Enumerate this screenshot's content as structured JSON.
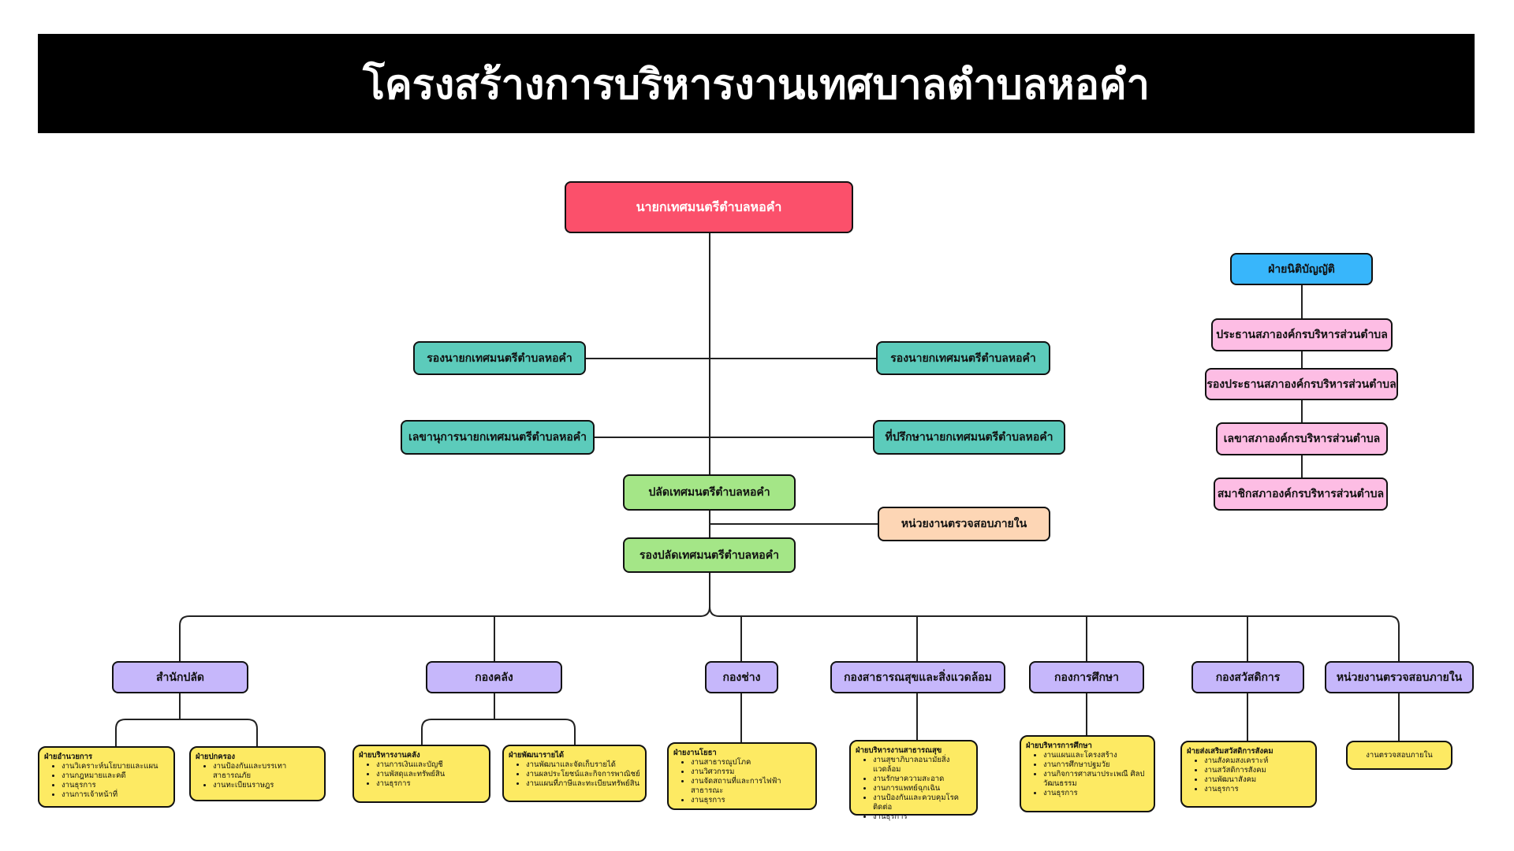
{
  "title": "โครงสร้างการบริหารงานเทศบาลตำบลหอคำ",
  "mayor": "นายกเทศมนตรีตำบลหอคำ",
  "deputy_left": "รองนายกเทศมนตรีตำบลหอคำ",
  "deputy_right": "รองนายกเทศมนตรีตำบลหอคำ",
  "secretary": "เลขานุการนายกเทศมนตรีตำบลหอคำ",
  "advisor": "ที่ปรึกษานายกเทศมนตรีตำบลหอคำ",
  "palad": "ปลัดเทศมนตรีตำบลหอคำ",
  "internal_audit": "หน่วยงานตรวจสอบภายใน",
  "deputy_palad": "รองปลัดเทศมนตรีตำบลหอคำ",
  "legislature": {
    "title": "ฝ่ายนิติบัญญัติ",
    "items": [
      "ประธานสภาองค์กรบริหารส่วนตำบล",
      "รองประธานสภาองค์กรบริหารส่วนตำบล",
      "เลขาสภาองค์กรบริหารส่วนตำบล",
      "สมาชิกสภาองค์กรบริหารส่วนตำบล"
    ]
  },
  "divisions": [
    "สำนักปลัด",
    "กองคลัง",
    "กองช่าง",
    "กองสาธารณสุขและสิ่งแวดล้อม",
    "กองการศึกษา",
    "กองสวัสดิการ",
    "หน่วยงานตรวจสอบภายใน"
  ],
  "sections": [
    {
      "title": "ฝ่ายอำนวยการ",
      "items": [
        "งานวิเคราะห์นโยบายและแผน",
        "งานกฎหมายและคดี",
        "งานธุรการ",
        "งานการเจ้าหน้าที่"
      ]
    },
    {
      "title": "ฝ่ายปกครอง",
      "items": [
        "งานป้องกันและบรรเทาสาธารณภัย",
        "งานทะเบียนราษฎร"
      ]
    },
    {
      "title": "ฝ่ายบริหารงานคลัง",
      "items": [
        "งานการเงินและบัญชี",
        "งานพัสดุและทรัพย์สิน",
        "งานธุรการ"
      ]
    },
    {
      "title": "ฝ่ายพัฒนารายได้",
      "items": [
        "งานพัฒนาและจัดเก็บรายได้",
        "งานผลประโยชน์และกิจการพาณิชย์",
        "งานแผนที่ภาษีและทะเบียนทรัพย์สิน"
      ]
    },
    {
      "title": "ฝ่ายงานโยธา",
      "items": [
        "งานสาธารณูปโภค",
        "งานวิศวกรรม",
        "งานจัดสถานที่และการไฟฟ้า สาธารณะ",
        "งานธุรการ"
      ]
    },
    {
      "title": "ฝ่ายบริหารงานสาธารณสุข",
      "items": [
        "งานสุขาภิบาลอนามัยสิ่งแวดล้อม",
        "งานรักษาความสะอาด",
        "งานการแพทย์ฉุกเฉิน",
        "งานป้องกันและควบคุมโรคติดต่อ",
        "งานธุรการ"
      ]
    },
    {
      "title": "ฝ่ายบริหารการศึกษา",
      "items": [
        "งานแผนและโครงสร้าง",
        "งานการศึกษาปฐมวัย",
        "งานกิจการศาสนาประเพณี ศิลป วัฒนธรรม",
        "งานธุรการ"
      ]
    },
    {
      "title": "ฝ่ายส่งเสริมสวัสดิการสังคม",
      "items": [
        "งานสังคมสงเคราะห์",
        "งานสวัสดิการสังคม",
        "งานพัฒนาสังคม",
        "งานธุรการ"
      ]
    },
    {
      "title": "",
      "items": [
        "งานตรวจสอบภายใน"
      ]
    }
  ]
}
